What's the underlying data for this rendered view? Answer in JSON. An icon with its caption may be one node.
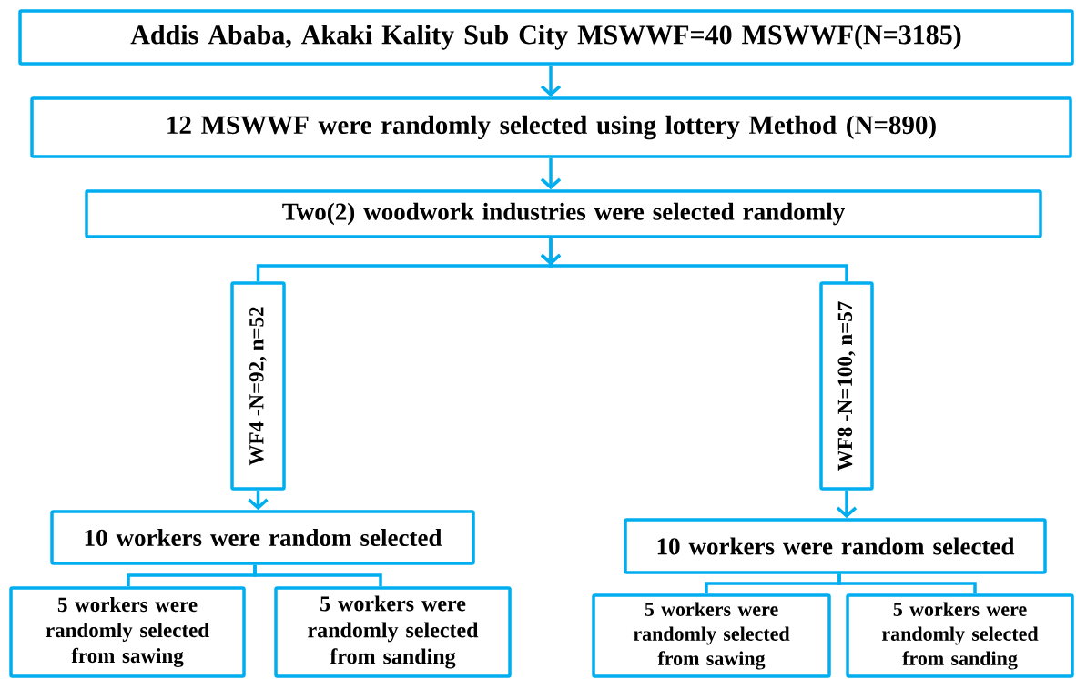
{
  "diagram": {
    "nodes": [
      {
        "text": [
          "Addis Ababa, Akaki Kality Sub City MSWWF=40 MSWWF(N=3185)"
        ]
      },
      {
        "text": [
          "12 MSWWF were randomly selected using lottery Method (N=890)"
        ]
      },
      {
        "text": [
          "Two(2) woodwork industries were selected randomly"
        ]
      },
      {
        "text": [
          "WF4 -N=92, n=52"
        ]
      },
      {
        "text": [
          "WF8 -N=100, n=57"
        ]
      },
      {
        "text": [
          "10 workers were random selected"
        ]
      },
      {
        "text": [
          "10 workers were random selected"
        ]
      },
      {
        "text": [
          "5 workers were randomly selected from sawing"
        ]
      },
      {
        "text": [
          "5 workers were randomly selected from sanding"
        ]
      },
      {
        "text": [
          "5 workers were randomly selected from sawing"
        ]
      },
      {
        "text": [
          "5 workers were randomly selected from sanding"
        ]
      }
    ],
    "edges": [
      {
        "from": 0,
        "to": 1,
        "arrow": "to"
      },
      {
        "from": 1,
        "to": 2,
        "arrow": "to"
      },
      {
        "from": 2,
        "to": 3,
        "arrow": "to"
      },
      {
        "from": 2,
        "to": 4,
        "arrow": "to"
      },
      {
        "from": 3,
        "to": 5,
        "arrow": "to"
      },
      {
        "from": 4,
        "to": 6,
        "arrow": "to"
      },
      {
        "from": 5,
        "to": 7,
        "arrow": "none"
      },
      {
        "from": 5,
        "to": 8,
        "arrow": "none"
      },
      {
        "from": 6,
        "to": 9,
        "arrow": "none"
      },
      {
        "from": 6,
        "to": 10,
        "arrow": "none"
      }
    ]
  }
}
